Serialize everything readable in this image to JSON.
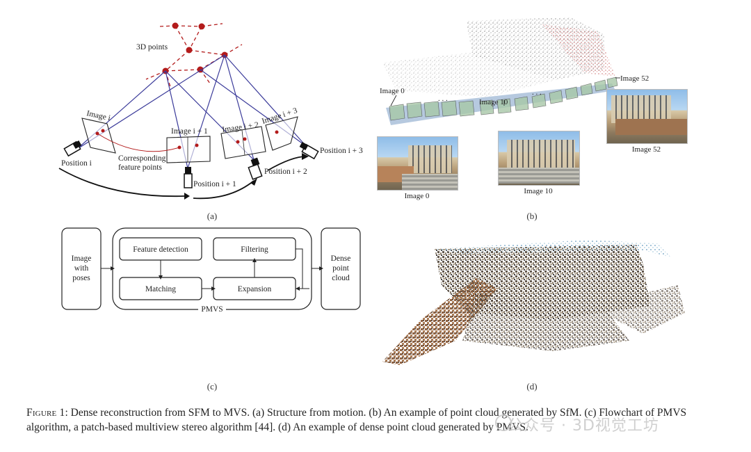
{
  "panel_a": {
    "label": "(a)",
    "points_label": "3D points",
    "image_i": "Image i",
    "image_i1": "Image i + 1",
    "image_i2": "Image i + 2",
    "image_i3": "Image i + 3",
    "position_i": "Position i",
    "position_i1": "Position i + 1",
    "position_i2": "Position i + 2",
    "position_i3": "Position i + 3",
    "corresponding_1": "Corresponding",
    "corresponding_2": "feature points"
  },
  "panel_b": {
    "label": "(b)",
    "image_0_top": "Image 0",
    "image_10_top": "Image 10",
    "image_52_top": "Image 52",
    "dots_1": ". . .",
    "dots_2": ". . .",
    "image_0_caption": "Image 0",
    "image_10_caption": "Image 10",
    "image_52_caption": "Image 52"
  },
  "panel_c": {
    "label": "(c)",
    "input_1": "Image",
    "input_2": "with",
    "input_3": "poses",
    "feature_detection": "Feature detection",
    "matching": "Matching",
    "filtering": "Filtering",
    "expansion": "Expansion",
    "pmvs": "PMVS",
    "output_1": "Dense",
    "output_2": "point",
    "output_3": "cloud"
  },
  "panel_d": {
    "label": "(d)"
  },
  "caption": {
    "figure_label": "Figure 1",
    "text": ": Dense reconstruction from SFM to MVS. (a) Structure from motion. (b) An example of point cloud generated by SfM. (c) Flowchart of PMVS algorithm, a patch-based multiview stereo algorithm [44]. (d) An example of dense point cloud generated by PMVS."
  },
  "watermark": {
    "text": "公众号 · 3D视觉工坊"
  },
  "colors": {
    "point_red": "#b31b1b",
    "ray_blue": "#3b3b9a",
    "black": "#111111"
  }
}
